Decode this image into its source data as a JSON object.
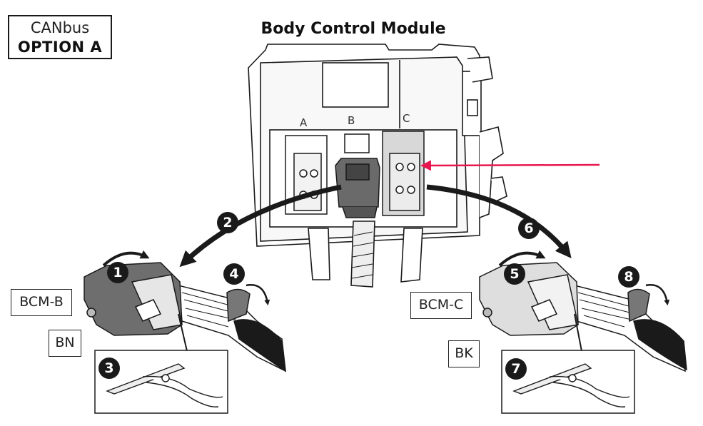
{
  "header": {
    "title": "Body Control Module"
  },
  "option": {
    "line1": "CANbus",
    "line2": "OPTION A"
  },
  "connectors": {
    "slots": [
      "A",
      "B",
      "C"
    ],
    "left": {
      "name": "BCM-B",
      "color": "BN"
    },
    "right": {
      "name": "BCM-C",
      "color": "BK"
    }
  },
  "steps": [
    "1",
    "2",
    "3",
    "4",
    "5",
    "6",
    "7",
    "8"
  ],
  "colors": {
    "pointer": "#e8174f",
    "connector_b": "#6a6a6a",
    "connector_c": "#d8d8d8",
    "outline": "#1a1a1a"
  }
}
